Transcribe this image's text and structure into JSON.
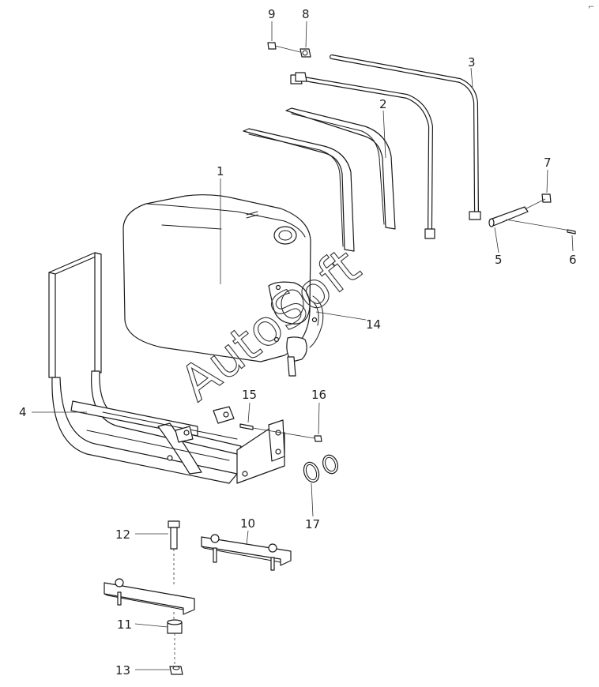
{
  "callouts": {
    "c1": "1",
    "c2": "2",
    "c3": "3",
    "c4": "4",
    "c5": "5",
    "c6": "6",
    "c7": "7",
    "c8": "8",
    "c9": "9",
    "c10": "10",
    "c11": "11",
    "c12": "12",
    "c13": "13",
    "c14": "14",
    "c15": "15",
    "c16": "16",
    "c17": "17"
  },
  "watermark": "AutoSoft",
  "corner_mark": "⌐"
}
